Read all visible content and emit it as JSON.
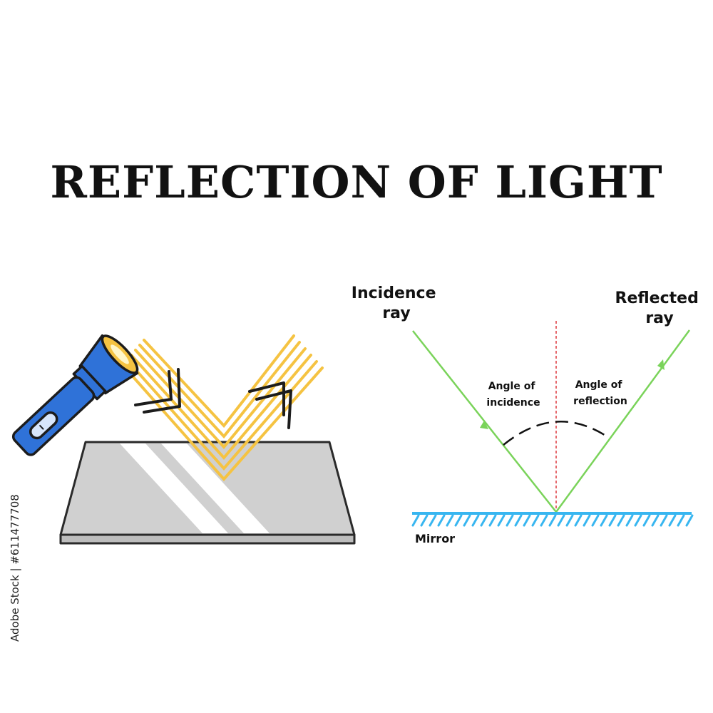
{
  "title": "REFLECTION OF LIGHT",
  "labels": {
    "incidence_ray": [
      "Incidence",
      "ray"
    ],
    "reflected_ray": [
      "Reflected",
      "ray"
    ],
    "angle_of_incidence": [
      "Angle of",
      "incidence"
    ],
    "angle_of_reflection": [
      "Angle of",
      "reflection"
    ],
    "mirror": "Mirror"
  },
  "stock_id": "Adobe Stock | #611477708",
  "colors": {
    "ray": "#7ad35a",
    "normal": "#e0454a",
    "mirror": "#38b6f0",
    "flashlight": "#2f72d8",
    "beam": "#f5c342",
    "plate": "#d0d0d0",
    "outline": "#2a2a2a"
  },
  "icons": [
    "flashlight-icon"
  ]
}
